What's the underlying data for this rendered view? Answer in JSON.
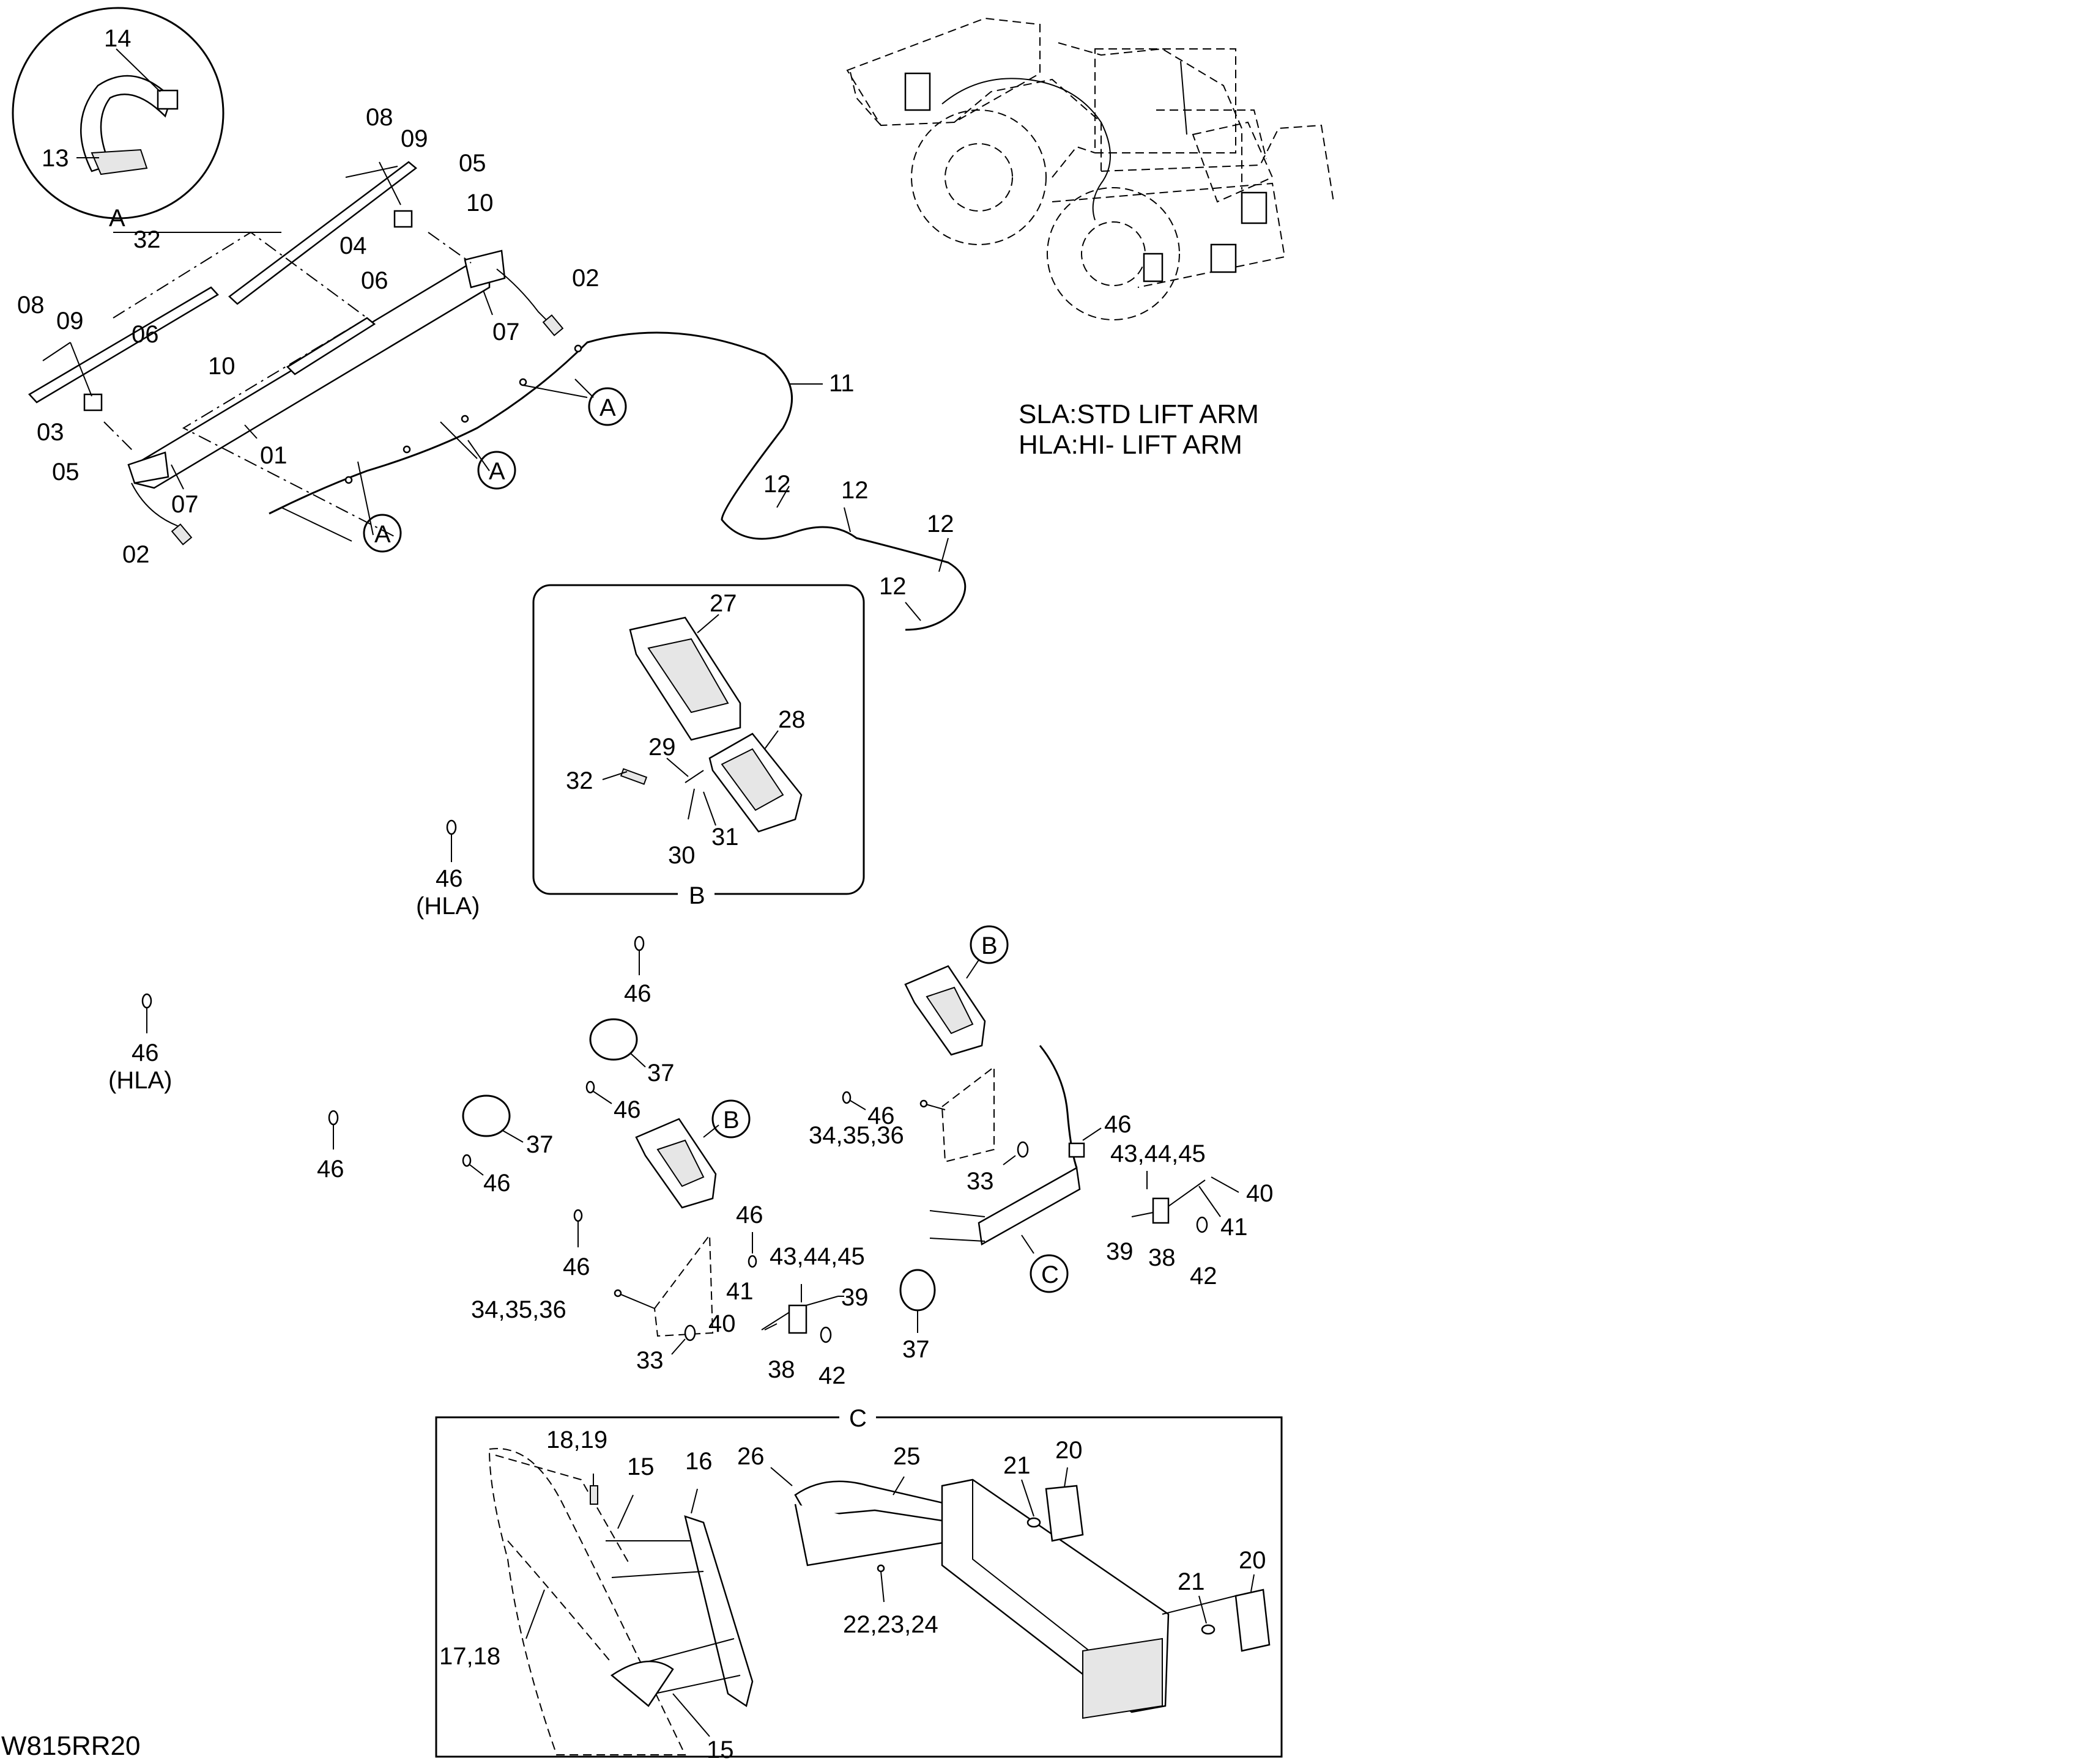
{
  "legend": {
    "sla": "SLA:STD LIFT ARM",
    "hla": "HLA:HI- LIFT ARM"
  },
  "drawing_code": "W815RR20",
  "views": {
    "a": "A",
    "b": "B",
    "c": "C"
  },
  "callouts": {
    "c01": "01",
    "c02a": "02",
    "c02b": "02",
    "c03": "03",
    "c04": "04",
    "c05a": "05",
    "c05b": "05",
    "c06a": "06",
    "c06b": "06",
    "c07a": "07",
    "c07b": "07",
    "c08a": "08",
    "c08b": "08",
    "c09a": "09",
    "c09b": "09",
    "c10a": "10",
    "c10b": "10",
    "c11": "11",
    "c12a": "12",
    "c12b": "12",
    "c12c": "12",
    "c12d": "12",
    "c13": "13",
    "c14": "14",
    "c15a": "15",
    "c15b": "15",
    "c16": "16",
    "c17_18": "17,18",
    "c18_19": "18,19",
    "c20a": "20",
    "c20b": "20",
    "c21a": "21",
    "c21b": "21",
    "c22_24": "22,23,24",
    "c25": "25",
    "c26": "26",
    "c27": "27",
    "c28": "28",
    "c29": "29",
    "c30": "30",
    "c31": "31",
    "c32a": "32",
    "c32b": "32",
    "c33a": "33",
    "c33b": "33",
    "c34a": "34,35,36",
    "c34b": "34,35,36",
    "c37a": "37",
    "c37b": "37",
    "c37c": "37",
    "c38a": "38",
    "c38b": "38",
    "c39a": "39",
    "c39b": "39",
    "c40a": "40",
    "c40b": "40",
    "c41a": "41",
    "c41b": "41",
    "c42a": "42",
    "c42b": "42",
    "c43a": "43,44,45",
    "c43b": "43,44,45",
    "c46a": "46",
    "c46a_note": "(HLA)",
    "c46b": "46",
    "c46c": "46",
    "c46c_note": "(HLA)",
    "c46d": "46",
    "c46e": "46",
    "c46f": "46",
    "c46g": "46",
    "c46h": "46",
    "c46i": "46",
    "c46j": "46"
  },
  "refs": {
    "a1": "A",
    "a2": "A",
    "a3": "A",
    "b1": "B",
    "b2": "B",
    "c1": "C"
  }
}
